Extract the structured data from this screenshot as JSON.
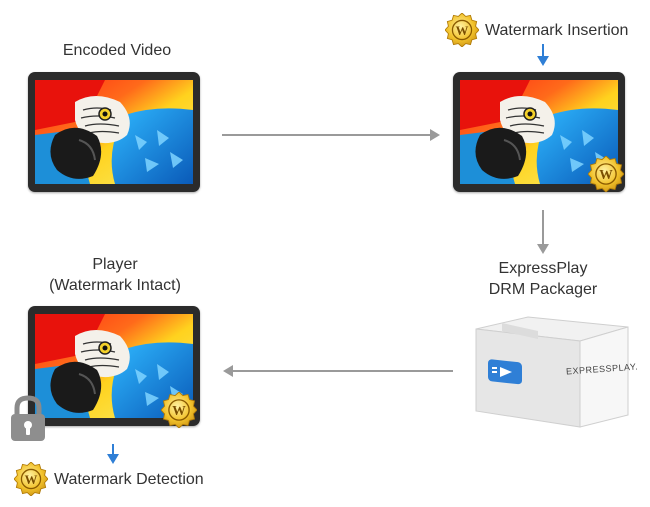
{
  "steps": {
    "encoded_video": "Encoded Video",
    "watermark_insertion": "Watermark Insertion",
    "drm_packager_line1": "ExpressPlay",
    "drm_packager_line2": "DRM Packager",
    "player_line1": "Player",
    "player_line2": "(Watermark Intact)",
    "watermark_detection": "Watermark Detection"
  },
  "seal_letter": "W",
  "box_brand": "EXPRESSPLAY.",
  "colors": {
    "accent_blue": "#2f7fd6",
    "connector_gray": "#9a9a9a",
    "seal_gold": "#f2c22b",
    "frame_dark": "#2b2b2b"
  },
  "icons": [
    "watermark-seal-icon",
    "lock-icon",
    "arrow-right-icon",
    "arrow-down-icon",
    "arrow-left-icon"
  ]
}
